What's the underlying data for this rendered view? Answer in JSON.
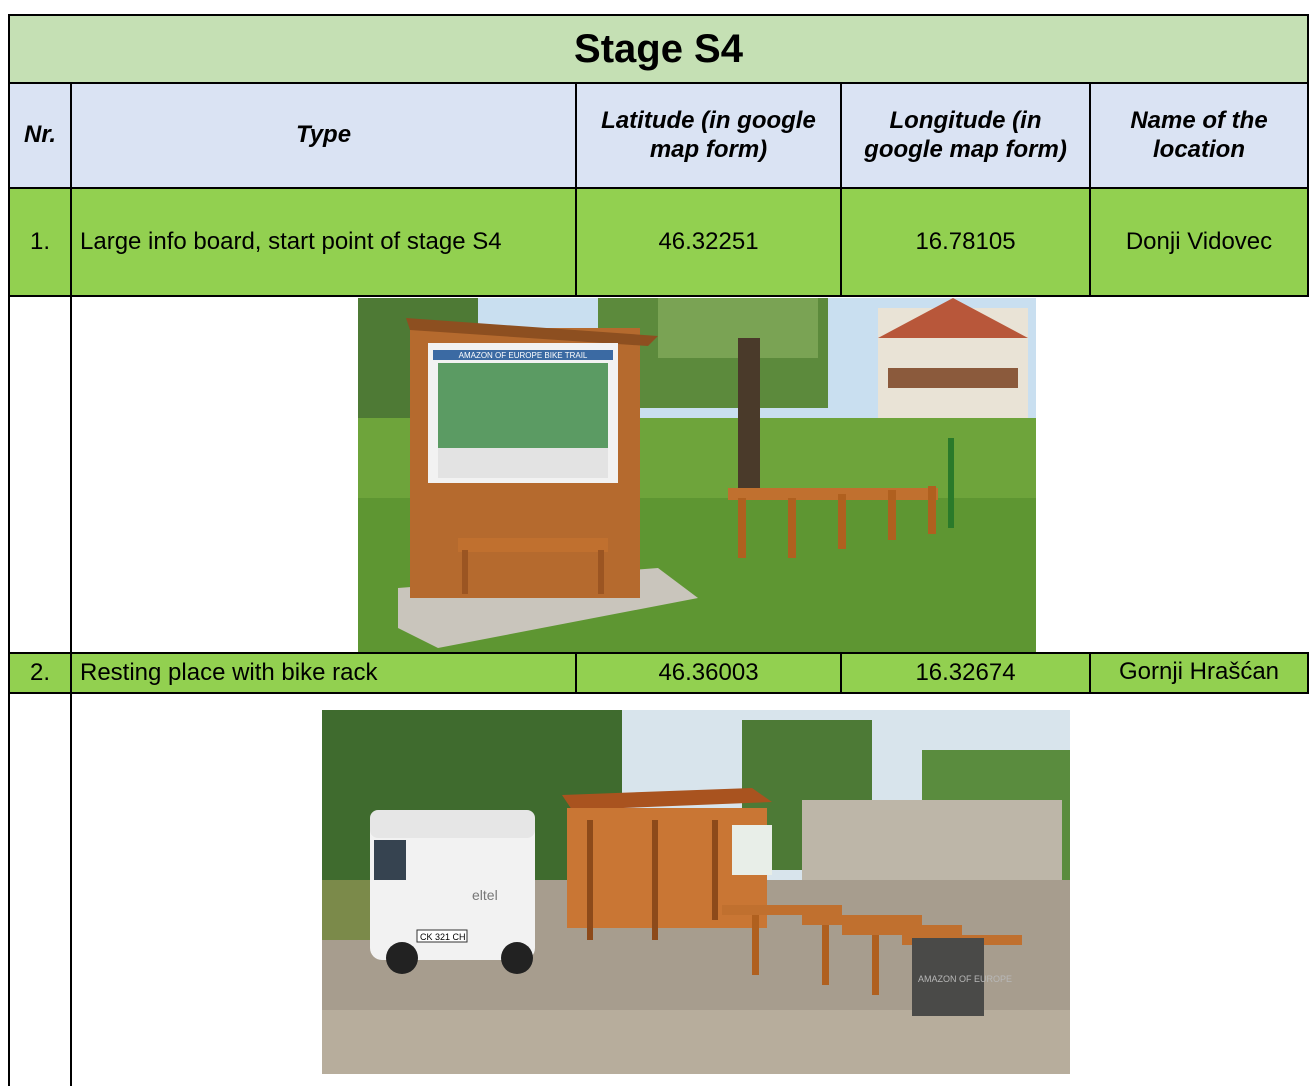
{
  "title": "Stage S4",
  "headers": {
    "nr": "Nr.",
    "type": "Type",
    "latitude": "Latitude (in google map form)",
    "longitude": "Longitude (in google map form)",
    "name": "Name of the location"
  },
  "rows": [
    {
      "nr": "1.",
      "type": "Large info board, start point of stage S4",
      "lat": "46.32251",
      "lon": "16.78105",
      "name": "Donji Vidovec"
    },
    {
      "nr": "2.",
      "type": "Resting place with bike rack",
      "lat": "46.36003",
      "lon": "16.32674",
      "name": "Gornji Hrašćan"
    }
  ],
  "photo1": {
    "sign_text": "AMAZON OF EUROPE BIKE TRAIL"
  },
  "photo2": {
    "van_text": "eltel",
    "plate": "CK 321 CH",
    "sign_text": "AMAZON OF EUROPE"
  }
}
